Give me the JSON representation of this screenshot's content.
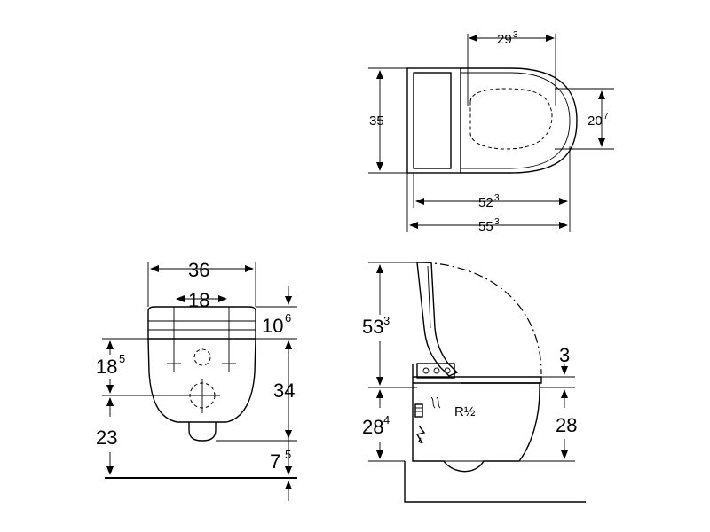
{
  "top_view": {
    "dims": {
      "width_top": {
        "main": "29",
        "sup": "3"
      },
      "height_left": {
        "main": "35",
        "sup": ""
      },
      "seat_depth": {
        "main": "20",
        "sup": "7"
      },
      "length_inner": {
        "main": "52",
        "sup": "3"
      },
      "length_outer": {
        "main": "55",
        "sup": "3"
      }
    }
  },
  "front_view": {
    "dims": {
      "total_width": {
        "main": "36",
        "sup": ""
      },
      "fixing_width": {
        "main": "18",
        "sup": ""
      },
      "rim_height": {
        "main": "10",
        "sup": "6"
      },
      "fixing_height": {
        "main": "18",
        "sup": "5"
      },
      "body_height": {
        "main": "34",
        "sup": ""
      },
      "floor_to_outlet": {
        "main": "23",
        "sup": ""
      },
      "outlet_offset": {
        "main": "7",
        "sup": "5"
      }
    }
  },
  "side_view": {
    "dims": {
      "lid_open_height": {
        "main": "53",
        "sup": "3"
      },
      "seat_thickness": {
        "main": "3",
        "sup": ""
      },
      "floor_height_left": {
        "main": "28",
        "sup": "4"
      },
      "floor_height_right": {
        "main": "28",
        "sup": ""
      },
      "water_connection": {
        "main": "R½",
        "sup": ""
      }
    }
  },
  "colors": {
    "line": "#000000",
    "background": "#ffffff"
  },
  "icons": [
    "water-inlet-icon",
    "electric-supply-icon"
  ]
}
